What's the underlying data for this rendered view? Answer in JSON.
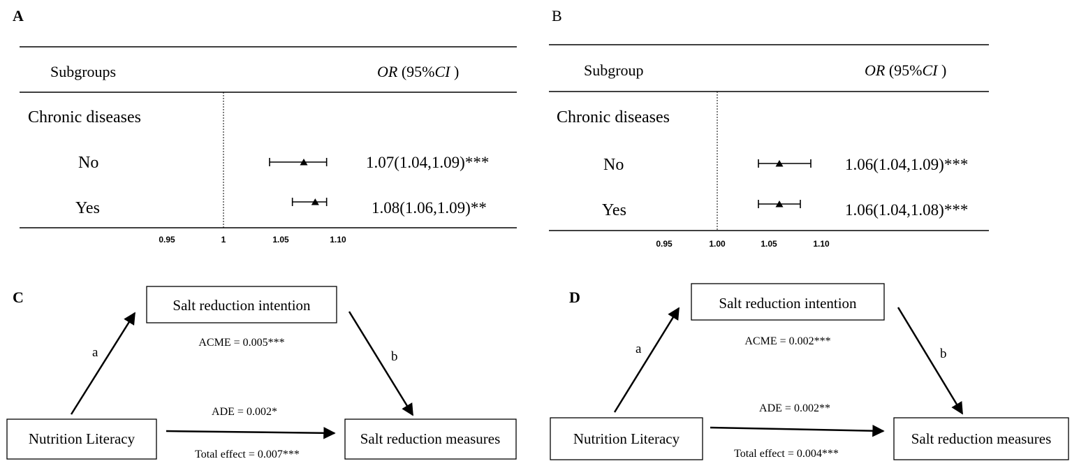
{
  "panels": {
    "A": {
      "label": "A",
      "header_left": "Subgroups",
      "header_or": "OR",
      "header_ci_open": " (95%",
      "header_ci": "CI",
      "header_ci_close": " )",
      "group_title": "Chronic diseases",
      "ticks": [
        "0.95",
        "1",
        "1.05",
        "1.10"
      ],
      "rows": [
        {
          "label": "No",
          "value_text": "1.07(1.04,1.09)***"
        },
        {
          "label": "Yes",
          "value_text": "1.08(1.06,1.09)**"
        }
      ]
    },
    "B": {
      "label": "B",
      "header_left": "Subgroup",
      "header_or": "OR",
      "header_ci_open": " (95%",
      "header_ci": "CI",
      "header_ci_close": " )",
      "group_title": "Chronic diseases",
      "ticks": [
        "0.95",
        "1.00",
        "1.05",
        "1.10"
      ],
      "rows": [
        {
          "label": "No",
          "value_text": "1.06(1.04,1.09)***"
        },
        {
          "label": "Yes",
          "value_text": "1.06(1.04,1.08)***"
        }
      ]
    },
    "C": {
      "label": "C",
      "mediator": "Salt reduction intention",
      "exposure": "Nutrition Literacy",
      "outcome": "Salt reduction measures",
      "path_a": "a",
      "path_b": "b",
      "acme": "ACME = 0.005***",
      "ade": "ADE = 0.002*",
      "total": "Total effect = 0.007***"
    },
    "D": {
      "label": "D",
      "mediator": "Salt reduction intention",
      "exposure": "Nutrition Literacy",
      "outcome": "Salt reduction measures",
      "path_a": "a",
      "path_b": "b",
      "acme": "ACME = 0.002***",
      "ade": "ADE = 0.002**",
      "total": "Total effect = 0.004***"
    }
  },
  "chart_data": [
    {
      "type": "forest",
      "panel": "A",
      "reference_line": 1,
      "xlim": [
        0.95,
        1.1
      ],
      "x_ticks": [
        0.95,
        1,
        1.05,
        1.1
      ],
      "categories": [
        "No",
        "Yes"
      ],
      "or": [
        1.07,
        1.08
      ],
      "ci_lower": [
        1.04,
        1.06
      ],
      "ci_upper": [
        1.09,
        1.09
      ],
      "significance": [
        "***",
        "**"
      ]
    },
    {
      "type": "forest",
      "panel": "B",
      "reference_line": 1.0,
      "xlim": [
        0.95,
        1.1
      ],
      "x_ticks": [
        0.95,
        1.0,
        1.05,
        1.1
      ],
      "categories": [
        "No",
        "Yes"
      ],
      "or": [
        1.06,
        1.06
      ],
      "ci_lower": [
        1.04,
        1.04
      ],
      "ci_upper": [
        1.09,
        1.08
      ],
      "significance": [
        "***",
        "***"
      ]
    }
  ]
}
